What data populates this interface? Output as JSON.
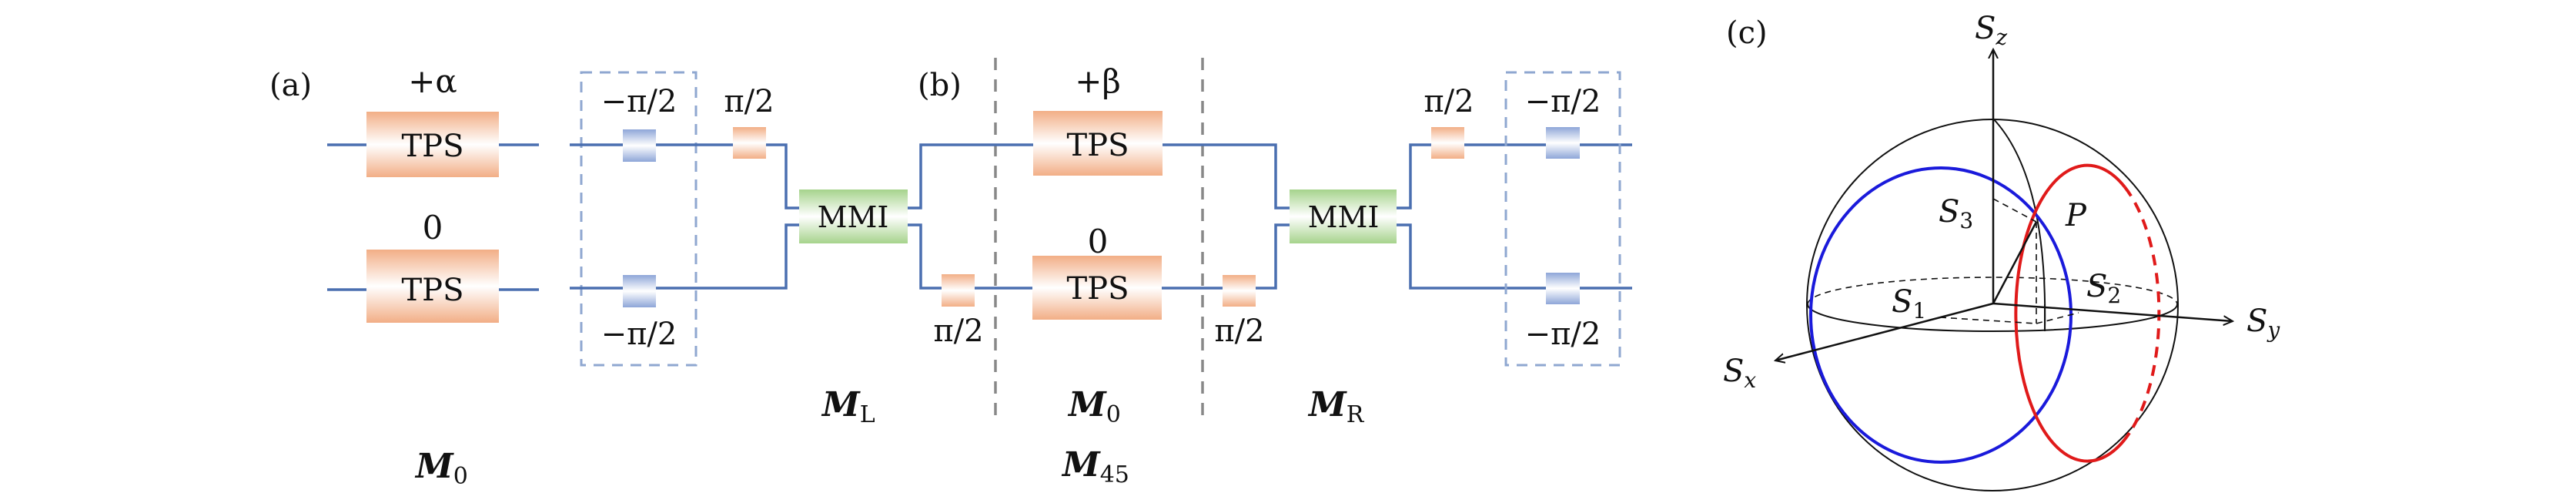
{
  "panels": {
    "a": {
      "label": "(a)",
      "top_tps": {
        "phase": "+α",
        "text": "TPS"
      },
      "bottom_tps": {
        "phase": "0",
        "text": "TPS"
      },
      "matrix": "M",
      "matrix_sub": "0"
    },
    "left_section": {
      "dashed_top_phase": "−π/2",
      "dashed_bottom_phase": "−π/2",
      "orange_phase": "π/2",
      "mmi": "MMI",
      "matrix": "M",
      "matrix_sub": "L"
    },
    "b": {
      "label": "(b)",
      "left_phase": "π/2",
      "right_phase": "π/2",
      "top_tps": {
        "phase": "+β",
        "text": "TPS"
      },
      "bottom_tps": {
        "phase": "0",
        "text": "TPS"
      },
      "matrix_mid": "M",
      "matrix_mid_sub": "0",
      "matrix_bottom": "M",
      "matrix_bottom_sub": "45"
    },
    "right_section": {
      "orange_phase": "π/2",
      "dashed_top_phase": "−π/2",
      "dashed_bottom_phase": "−π/2",
      "mmi": "MMI",
      "matrix": "M",
      "matrix_sub": "R"
    },
    "c": {
      "label": "(c)",
      "axes": {
        "z": "S",
        "z_sub": "z",
        "x": "S",
        "x_sub": "x",
        "y": "S",
        "y_sub": "y"
      },
      "components": {
        "s1": "S",
        "s1_sub": "1",
        "s2": "S",
        "s2_sub": "2",
        "s3": "S",
        "s3_sub": "3"
      },
      "point": "P",
      "colors": {
        "blue_circle": "#1a1adb",
        "red_circle": "#e01a1a"
      }
    }
  },
  "colors": {
    "wire": "#4a6fb0",
    "tps": "#f2b08a",
    "mmi": "#a8d48e",
    "phase_blue": "#8fa7d8",
    "phase_orange": "#f2b08a",
    "dashed_box": "#8fa7d0"
  }
}
